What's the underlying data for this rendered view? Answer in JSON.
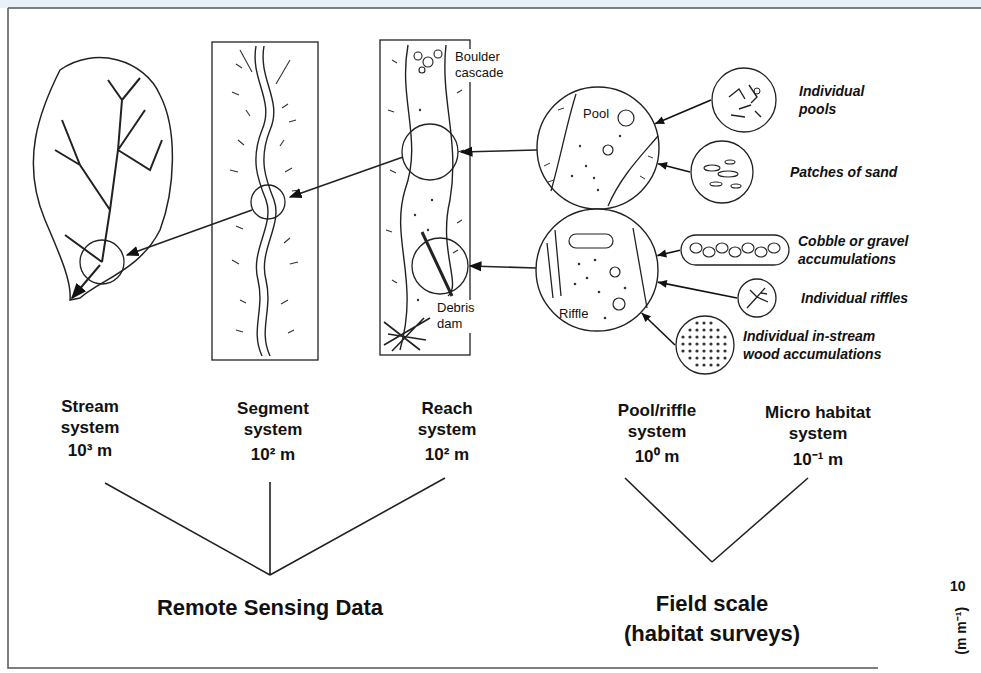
{
  "diagram": {
    "nodes": [
      {
        "text": [
          "Pool"
        ]
      },
      {
        "text": [
          "Riffle"
        ]
      },
      {
        "text": [
          "Individual pools"
        ]
      },
      {
        "text": [
          "Patches of sand"
        ]
      },
      {
        "text": [
          "Cobble or gravel accumulations"
        ]
      },
      {
        "text": [
          "Individual riffles"
        ]
      },
      {
        "text": [
          "Individual in-stream wood accumulations"
        ]
      }
    ],
    "edges": [
      {
        "from": 2,
        "to": 0,
        "arrow": "to"
      },
      {
        "from": 3,
        "to": 0,
        "arrow": "to"
      },
      {
        "from": 4,
        "to": 1,
        "arrow": "to"
      },
      {
        "from": 5,
        "to": 1,
        "arrow": "to"
      },
      {
        "from": 6,
        "to": 1,
        "arrow": "to"
      }
    ],
    "labels": [
      "Boulder cascade",
      "Debris dam",
      "Stream system",
      "10³ m",
      "Segment system",
      "10² m",
      "Reach system",
      "10² m",
      "Pool/riffle system",
      "10⁰ m",
      "Micro habitat system",
      "10⁻¹ m",
      "Remote Sensing Data",
      "Field scale",
      "(habitat surveys)",
      "10",
      "(m m⁻¹)"
    ]
  }
}
